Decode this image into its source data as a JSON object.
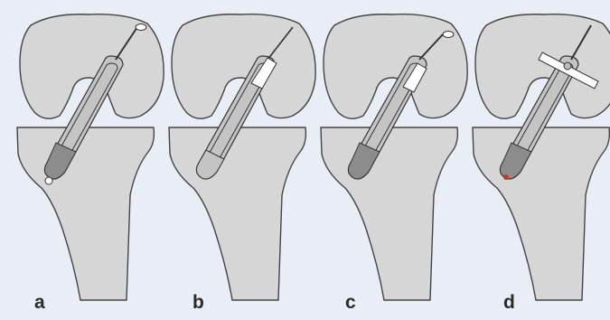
{
  "panels": [
    {
      "label": "a"
    },
    {
      "label": "b"
    },
    {
      "label": "c"
    },
    {
      "label": "d"
    }
  ],
  "colors": {
    "background": "#e8edf6",
    "bone_fill": "#d6d6d6",
    "bone_outline": "#444444",
    "tunnel_fill": "#c4c4c4",
    "plug_fill": "#8c8c8c",
    "graft_fill": "#ffffff",
    "wire": "#333333"
  }
}
